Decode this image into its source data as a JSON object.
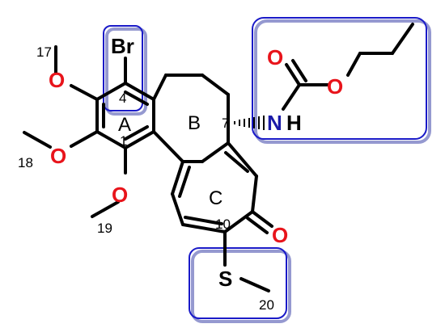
{
  "molecule": {
    "atoms": {
      "br": "Br",
      "o_17": "O",
      "o_18": "O",
      "o_19": "O",
      "o_carbonyl_carbamate": "O",
      "o_ester": "O",
      "n": "N",
      "h": "H",
      "o_ketone": "O",
      "s": "S"
    },
    "position_numbers": {
      "n17": "17",
      "n18": "18",
      "n19": "19",
      "n4": "4",
      "n1": "1",
      "n7": "7",
      "n10": "10",
      "n20": "20"
    },
    "ring_labels": {
      "a": "A",
      "b": "B",
      "c": "C"
    }
  },
  "colors": {
    "oxygen": "#e8141b",
    "nitrogen": "#1a1aa8",
    "highlight": "#1a1ac8"
  }
}
